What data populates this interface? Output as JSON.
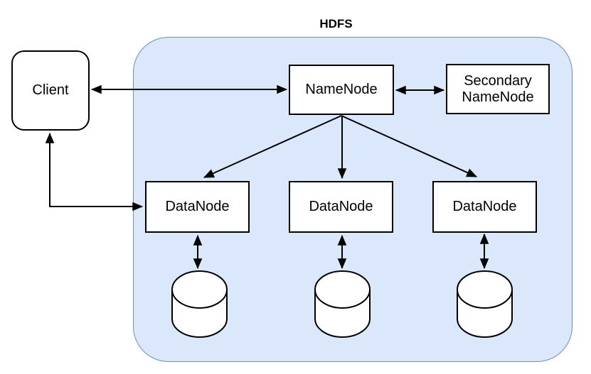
{
  "diagram": {
    "title": "HDFS",
    "nodes": {
      "client": {
        "label": "Client"
      },
      "namenode": {
        "label": "NameNode"
      },
      "secondary_namenode": {
        "label": "Secondary NameNode"
      },
      "datanode1": {
        "label": "DataNode"
      },
      "datanode2": {
        "label": "DataNode"
      },
      "datanode3": {
        "label": "DataNode"
      }
    },
    "storage": {
      "icon": "disk-cylinder-icon",
      "count": 3
    },
    "edges": [
      {
        "from": "client",
        "to": "namenode",
        "direction": "bidirectional"
      },
      {
        "from": "namenode",
        "to": "secondary_namenode",
        "direction": "bidirectional"
      },
      {
        "from": "namenode",
        "to": "datanode1",
        "direction": "one-way"
      },
      {
        "from": "namenode",
        "to": "datanode2",
        "direction": "one-way"
      },
      {
        "from": "namenode",
        "to": "datanode3",
        "direction": "one-way"
      },
      {
        "from": "client",
        "to": "datanode1",
        "direction": "bidirectional"
      },
      {
        "from": "datanode1",
        "to": "disk1",
        "direction": "bidirectional"
      },
      {
        "from": "datanode2",
        "to": "disk2",
        "direction": "bidirectional"
      },
      {
        "from": "datanode3",
        "to": "disk3",
        "direction": "bidirectional"
      }
    ],
    "colors": {
      "container_fill": "#dbe8fc",
      "container_stroke": "#6c8ebf",
      "node_fill": "#ffffff",
      "node_stroke": "#000000",
      "arrow": "#000000",
      "background": "#ffffff"
    }
  }
}
